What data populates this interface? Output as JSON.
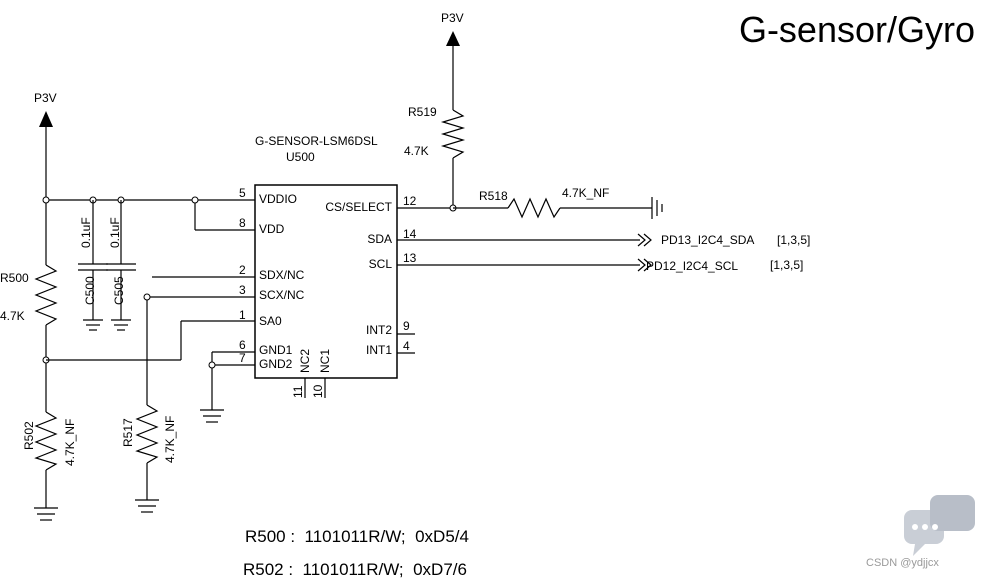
{
  "title": "G-sensor/Gyro",
  "power_rails": [
    "P3V",
    "P3V"
  ],
  "chip": {
    "part": "G-SENSOR-LSM6DSL",
    "ref": "U500",
    "left_pins": [
      {
        "num": "5",
        "name": "VDDIO"
      },
      {
        "num": "8",
        "name": "VDD"
      },
      {
        "num": "2",
        "name": "SDX/NC"
      },
      {
        "num": "3",
        "name": "SCX/NC"
      },
      {
        "num": "1",
        "name": "SA0"
      },
      {
        "num": "6",
        "name": "GND1"
      },
      {
        "num": "7",
        "name": "GND2"
      }
    ],
    "right_pins": [
      {
        "num": "12",
        "name": "CS/SELECT"
      },
      {
        "num": "14",
        "name": "SDA"
      },
      {
        "num": "13",
        "name": "SCL"
      },
      {
        "num": "9",
        "name": "INT2"
      },
      {
        "num": "4",
        "name": "INT1"
      }
    ],
    "bottom_pins": [
      {
        "num": "11",
        "name": "NC2"
      },
      {
        "num": "10",
        "name": "NC1"
      }
    ]
  },
  "resistors": [
    {
      "ref": "R519",
      "value": "4.7K"
    },
    {
      "ref": "R518",
      "value": "4.7K_NF"
    },
    {
      "ref": "R500",
      "value": "4.7K"
    },
    {
      "ref": "R502",
      "value": "4.7K_NF"
    },
    {
      "ref": "R517",
      "value": "4.7K_NF"
    }
  ],
  "capacitors": [
    {
      "ref": "C500",
      "value": "0.1uF"
    },
    {
      "ref": "C505",
      "value": "0.1uF"
    }
  ],
  "nets": [
    {
      "name": "PD13_I2C4_SDA",
      "pages": "[1,3,5]"
    },
    {
      "name": "PD12_I2C4_SCL",
      "pages": "[1,3,5]"
    }
  ],
  "notes": [
    "R500 :  1101011R/W;  0xD5/4",
    "R502 :  1101011R/W;  0xD7/6"
  ],
  "watermark": "CSDN @ydjjcx"
}
